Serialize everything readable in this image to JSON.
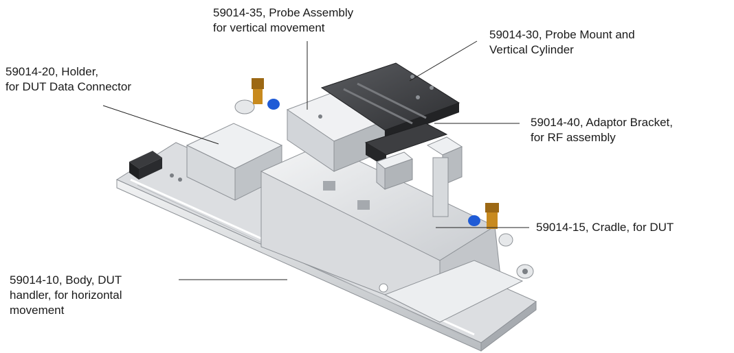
{
  "callouts": [
    {
      "id": "probe-assembly",
      "lines": [
        "59014-35, Probe Assembly",
        "for vertical movement"
      ]
    },
    {
      "id": "probe-mount",
      "lines": [
        "59014-30, Probe Mount and",
        "Vertical Cylinder"
      ]
    },
    {
      "id": "holder",
      "lines": [
        "59014-20, Holder,",
        "for DUT Data Connector"
      ]
    },
    {
      "id": "adaptor-bracket",
      "lines": [
        "59014-40, Adaptor Bracket,",
        "for RF assembly"
      ]
    },
    {
      "id": "cradle",
      "lines": [
        "59014-15, Cradle, for DUT"
      ]
    },
    {
      "id": "body",
      "lines": [
        "59014-10, Body, DUT",
        "handler, for horizontal",
        "movement"
      ]
    }
  ],
  "colors": {
    "text": "#1a1a1a",
    "leader": "#222222",
    "metal_light": "#e4e6e8",
    "metal_mid": "#c4c7cb",
    "metal_dark": "#8d9196",
    "black_part": "#2c2c2e",
    "fitting_blue": "#1f5bd6",
    "fitting_brass": "#c88a1e"
  }
}
